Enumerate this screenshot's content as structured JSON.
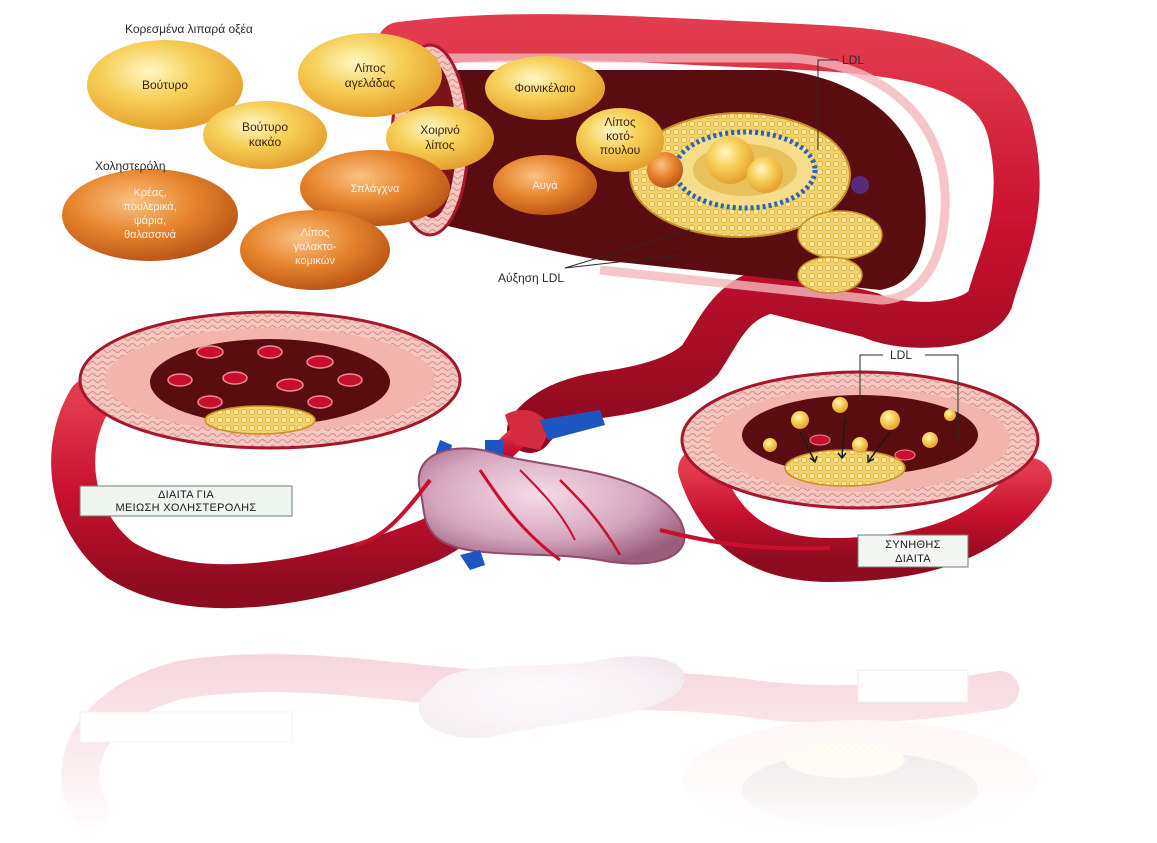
{
  "headings": {
    "saturated_fats": "Κορεσμένα λιπαρά οξέα",
    "cholesterol": "Χοληστερόλη"
  },
  "foods": {
    "butter": "Βούτυρο",
    "beef_fat_1": "Λίπος",
    "beef_fat_2": "αγελάδας",
    "palm_oil": "Φοινικέλαιο",
    "cocoa_butter_1": "Βούτυρο",
    "cocoa_butter_2": "κακάο",
    "pork_fat_1": "Χοιρινό",
    "pork_fat_2": "λίπος",
    "chicken_fat_1": "Λίπος",
    "chicken_fat_2": "κοτό-",
    "chicken_fat_3": "πουλου",
    "offal": "Σπλάγχνα",
    "eggs": "Αυγά",
    "meat_1": "Κρέας,",
    "meat_2": "πουλερικά,",
    "meat_3": "ψάρια,",
    "meat_4": "θαλασσινά",
    "dairy_fat_1": "Λίπος",
    "dairy_fat_2": "γαλακτο-",
    "dairy_fat_3": "κομικών"
  },
  "labels": {
    "ldl_top": "LDL",
    "ldl_increase": "Αύξηση LDL",
    "ldl_right": "LDL"
  },
  "boxes": {
    "diet_left_1": "ΔΙΑΙΤΑ ΓΙΑ",
    "diet_left_2": "ΜΕΙΩΣΗ ΧΟΛΗΣΤΕΡΟΛΗΣ",
    "diet_right_1": "ΣΥΝΗΘΗΣ",
    "diet_right_2": "ΔΙΑΙΤΑ"
  },
  "colors": {
    "artery": "#c8102e",
    "artery_light": "#f4b6bd",
    "blood": "#5a0d10",
    "fat_yellow": "#f2c84b",
    "fat_orange": "#e07a22"
  }
}
